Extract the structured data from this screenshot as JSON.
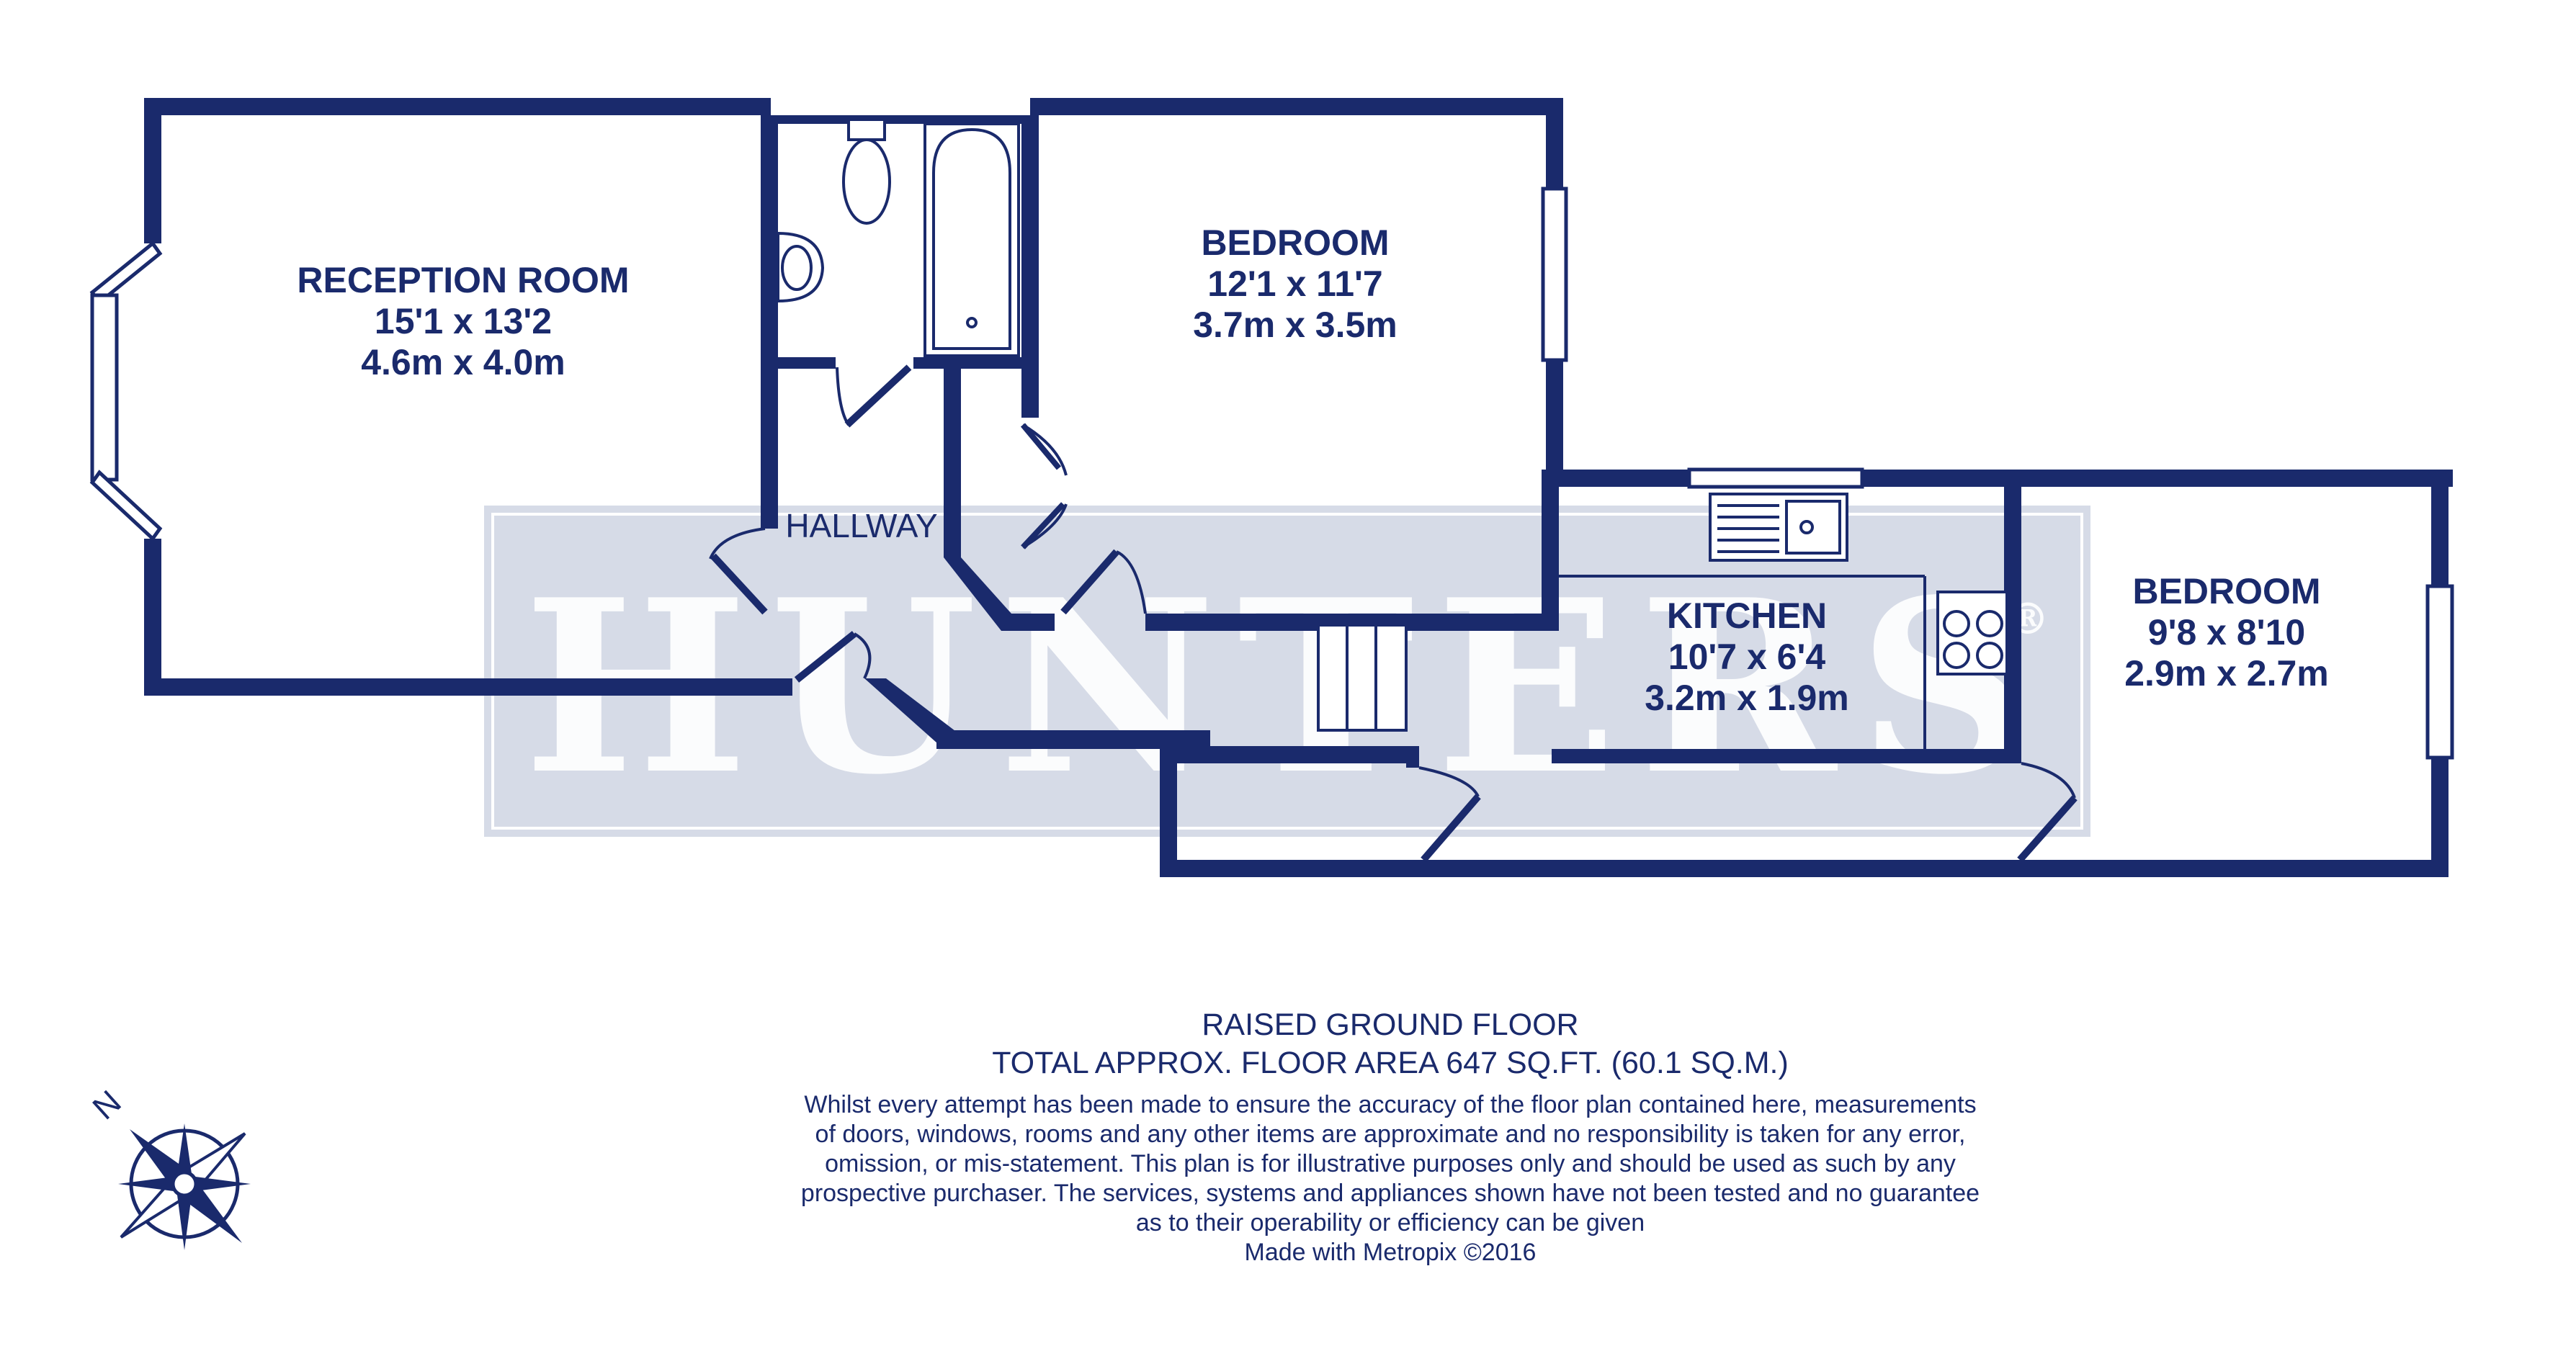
{
  "watermark": {
    "text": "HUNTERS",
    "trademark": "®"
  },
  "rooms": [
    {
      "id": "reception",
      "name": "RECEPTION ROOM",
      "imperial": "15'1 x 13'2",
      "metric": "4.6m x 4.0m"
    },
    {
      "id": "bedroom1",
      "name": "BEDROOM",
      "imperial": "12'1 x 11'7",
      "metric": "3.7m x 3.5m"
    },
    {
      "id": "kitchen",
      "name": "KITCHEN",
      "imperial": "10'7 x 6'4",
      "metric": "3.2m x 1.9m"
    },
    {
      "id": "bedroom2",
      "name": "BEDROOM",
      "imperial": "9'8 x 8'10",
      "metric": "2.9m x 2.7m"
    }
  ],
  "hallway_label": "HALLWAY",
  "compass": {
    "label": "N"
  },
  "footer": {
    "floor_name": "RAISED GROUND FLOOR",
    "total_area": "TOTAL APPROX. FLOOR AREA 647 SQ.FT. (60.1 SQ.M.)",
    "disclaimer_lines": [
      "Whilst every attempt has been made to ensure the accuracy of the floor plan contained here, measurements",
      "of doors, windows, rooms and any other items are approximate and no responsibility is taken for any error,",
      "omission, or mis-statement. This plan is for illustrative purposes only and should be used as such by any",
      "prospective purchaser. The services, systems and appliances shown have not been tested and no guarantee",
      "as to their operability or efficiency can be given"
    ],
    "made_with": "Made with Metropix ©2016"
  },
  "colors": {
    "wall": "#1a2a6c",
    "watermark_band": "#d6dbe7"
  }
}
